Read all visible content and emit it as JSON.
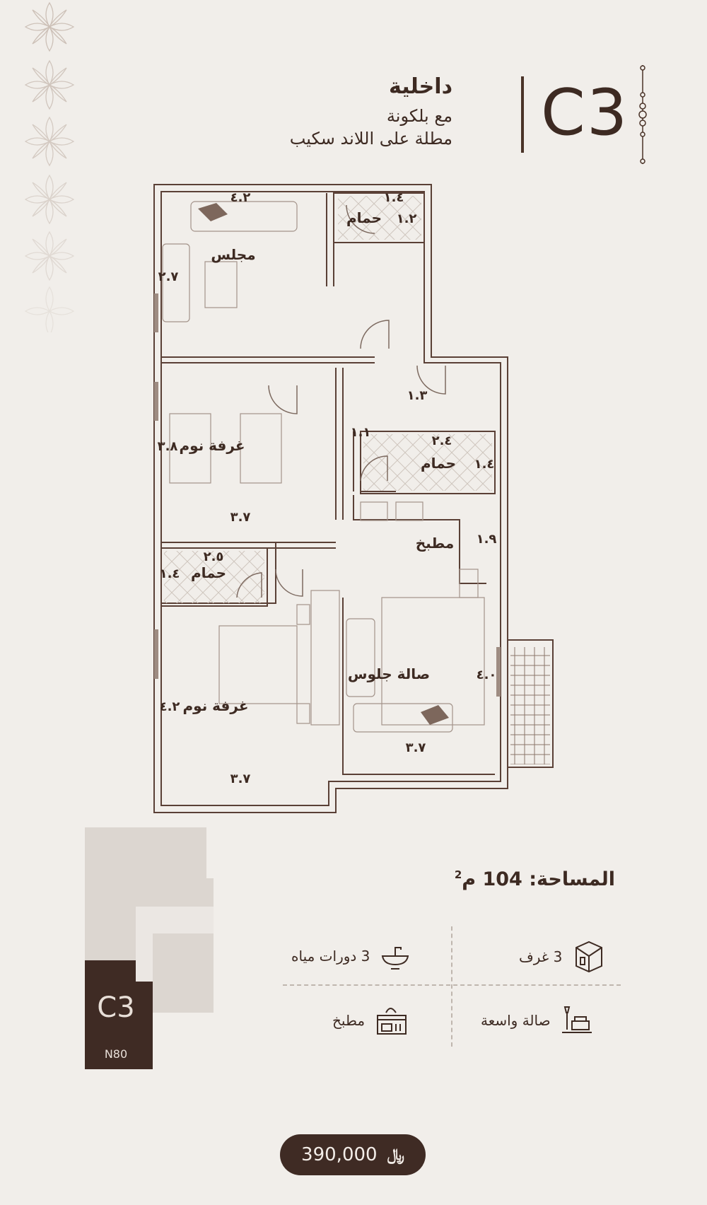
{
  "header": {
    "type": "داخلية",
    "line1": "مع بلكونة",
    "line2": "مطلة على اللاند سكيب",
    "unit_code": "C3"
  },
  "plan": {
    "rooms": {
      "majlis": "مجلس",
      "bath_top": "حمام",
      "bedroom_1": "غرفة نوم",
      "bath_mid": "حمام",
      "kitchen": "مطبخ",
      "bath_left": "حمام",
      "bedroom_2": "غرفة نوم",
      "living": "صالة جلوس"
    },
    "dims": {
      "majlis_w": "٤.٢",
      "majlis_h": "٢.٧",
      "bath_top_w": "١.٤",
      "bath_top_h": "١.٢",
      "corridor_a": "١.٣",
      "corridor_b": "١.١",
      "bath_mid_w": "٢.٤",
      "bath_mid_h": "١.٤",
      "bed1_h": "٣.٨",
      "bed1_w": "٣.٧",
      "kitchen_h": "١.٩",
      "bath_left_w": "٢.٥",
      "bath_left_h": "١.٤",
      "living_h": "٤.٠",
      "living_w": "٣.٧",
      "bed2_h": "٤.٢",
      "bed2_w": "٣.٧"
    }
  },
  "keyplan": {
    "unit_code": "C3",
    "building": "N80"
  },
  "specs": {
    "area_label": "المساحة:",
    "area_value": "104",
    "area_unit": "م",
    "area_sup": "2",
    "features": {
      "bathrooms": "3 دورات مياه",
      "rooms": "3 غرف",
      "kitchen": "مطبخ",
      "hall": "صالة واسعة"
    }
  },
  "price": {
    "value": "390,000",
    "currency_symbol": "﷼"
  },
  "colors": {
    "background": "#f1eeea",
    "brand_brown": "#3f2b24",
    "wall": "#5a4036"
  },
  "icons": [
    "floral-ornament-icon",
    "bead-line-icon",
    "sink-icon",
    "room-cube-icon",
    "stove-icon",
    "living-room-icon"
  ]
}
